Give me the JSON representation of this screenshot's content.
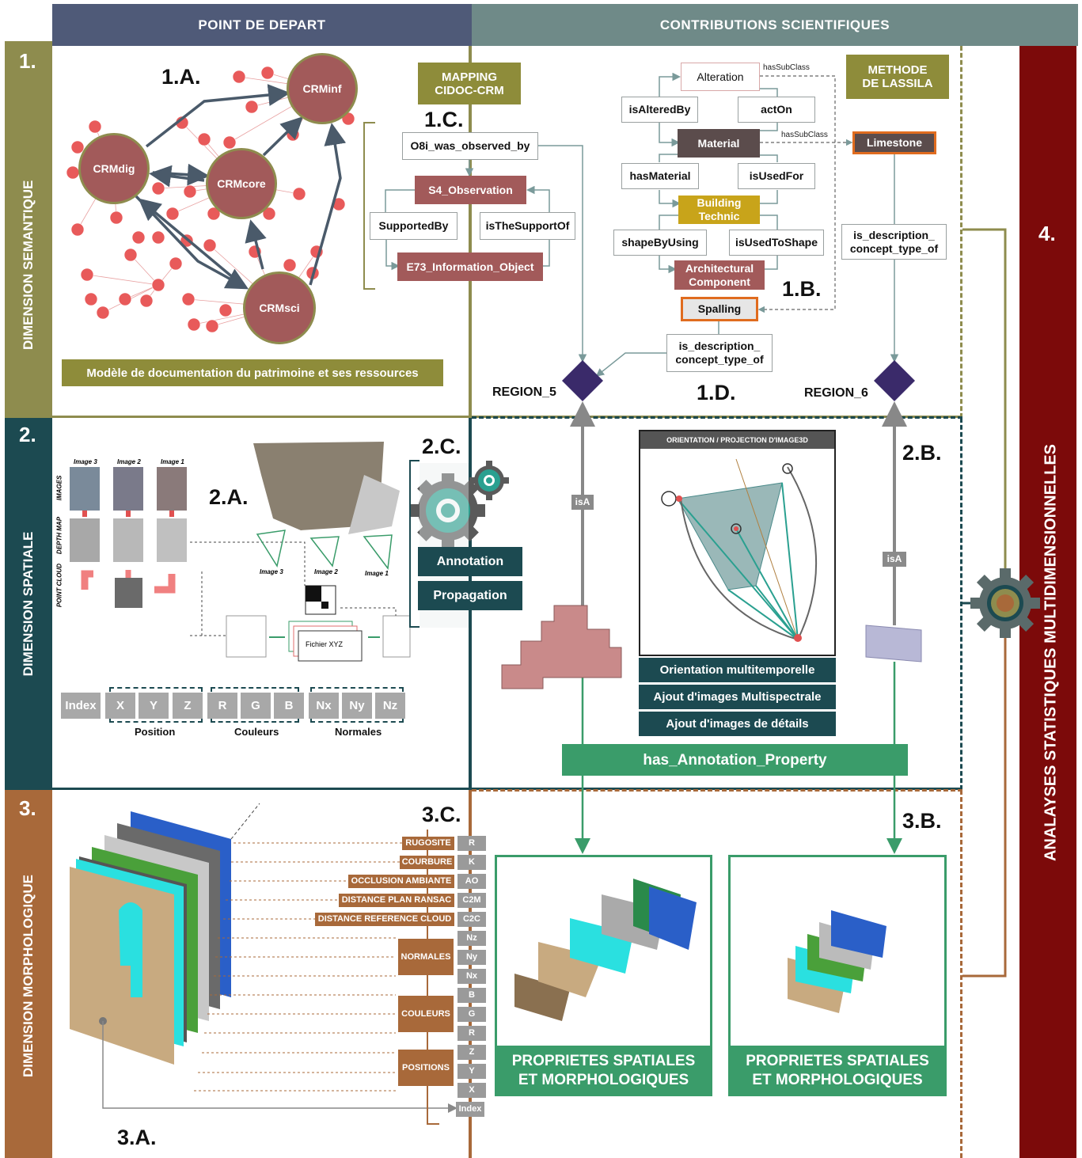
{
  "headers": {
    "left": "POINT DE DEPART",
    "right": "CONTRIBUTIONS SCIENTIFIQUES"
  },
  "dimensions": {
    "semantic": {
      "num": "1.",
      "label": "DIMENSION SEMANTIQUE"
    },
    "spatial": {
      "num": "2.",
      "label": "DIMENSION SPATIALE"
    },
    "morpho": {
      "num": "3.",
      "label": "DIMENSION MORPHOLOGIQUE"
    },
    "stats": {
      "num": "4.",
      "label": "ANALAYSES STATISTIQUES MULTIDIMENSIONNELLES"
    }
  },
  "sec1": {
    "label_1a": "1.A.",
    "nodes": [
      "CRMinf",
      "CRMdig",
      "CRMcore",
      "CRMsci"
    ],
    "caption": "Modèle de documentation du patrimoine et ses ressources",
    "mapping": "MAPPING CIDOC-CRM",
    "label_1c": "1.C.",
    "o8i": "O8i_was_observed_by",
    "s4": "S4_Observation",
    "supported_by": "SupportedBy",
    "is_support_of": "isTheSupportOf",
    "e73": "E73_Information_Object",
    "methode": "METHODE DE LASSILA",
    "alteration": "Alteration",
    "has_subclass_1": "hasSubClass",
    "is_altered_by": "isAlteredBy",
    "act_on": "actOn",
    "material": "Material",
    "has_subclass_2": "hasSubClass",
    "limestone": "Limestone",
    "has_material": "hasMaterial",
    "is_used_for": "isUsedFor",
    "building": "Building Technic",
    "shape_by": "shapeByUsing",
    "used_to_shape": "isUsedToShape",
    "archi": "Architectural Component",
    "label_1b": "1.B.",
    "spalling": "Spalling",
    "desc_right": "is_description_ concept_type_of",
    "desc_mid": "is_description_ concept_type_of",
    "region5": "REGION_5",
    "label_1d": "1.D.",
    "region6": "REGION_6"
  },
  "sec2": {
    "label_2a": "2.A.",
    "label_2c": "2.C.",
    "label_2b": "2.B.",
    "image_labels": [
      "Image 3",
      "Image 2",
      "Image 1"
    ],
    "row_labels": [
      "IMAGES",
      "DEPTH MAP",
      "POINT CLOUD"
    ],
    "fichier": "Fichier XYZ",
    "annotation": "Annotation",
    "propagation": "Propagation",
    "isa": "isA",
    "orient_title": "ORIENTATION / PROJECTION D'IMAGE3D",
    "orient_buttons": [
      "Orientation multitemporelle",
      "Ajout d'images Multispectrale",
      "Ajout d'images de détails"
    ],
    "has_annotation": "has_Annotation_Property",
    "index": "Index",
    "position_cells": [
      "X",
      "Y",
      "Z"
    ],
    "couleurs_cells": [
      "R",
      "G",
      "B"
    ],
    "normales_cells": [
      "Nx",
      "Ny",
      "Nz"
    ],
    "group_labels": [
      "Position",
      "Couleurs",
      "Normales"
    ]
  },
  "sec3": {
    "label_3c": "3.C.",
    "label_3b": "3.B.",
    "label_3a": "3.A.",
    "features": [
      {
        "name": "RUGOSITE",
        "code": "R"
      },
      {
        "name": "COURBURE",
        "code": "K"
      },
      {
        "name": "OCCLUSION AMBIANTE",
        "code": "AO"
      },
      {
        "name": "DISTANCE PLAN RANSAC",
        "code": "C2M"
      },
      {
        "name": "DISTANCE REFERENCE CLOUD",
        "code": "C2C"
      }
    ],
    "groups": [
      {
        "name": "NORMALES",
        "codes": [
          "Nz",
          "Ny",
          "Nx"
        ]
      },
      {
        "name": "COULEURS",
        "codes": [
          "B",
          "G",
          "R"
        ]
      },
      {
        "name": "POSITIONS",
        "codes": [
          "Z",
          "Y",
          "X"
        ]
      }
    ],
    "index": "Index",
    "prop_left": "PROPRIETES SPATIALES ET MORPHOLOGIQUES",
    "prop_right": "PROPRIETES SPATIALES ET MORPHOLOGIQUES"
  },
  "colors": {
    "semantic": "#8e8c4e",
    "spatial": "#1c4a51",
    "morpho": "#a8693a",
    "stats": "#7c0a0a",
    "header_left": "#4f5a78",
    "header_right": "#6f8a88",
    "green": "#3a9c6a"
  }
}
